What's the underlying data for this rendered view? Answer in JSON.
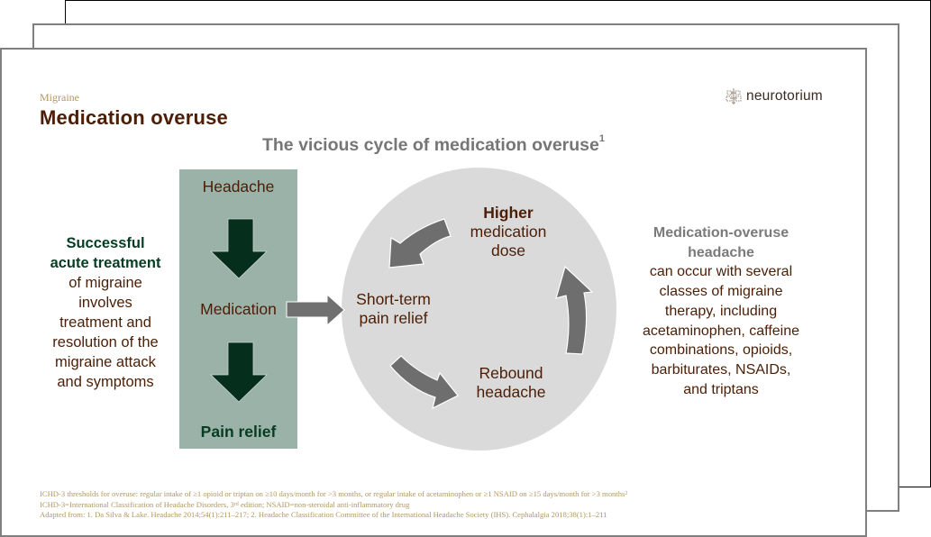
{
  "slide": {
    "section": "Migraine",
    "title": "Medication overuse",
    "logo": {
      "icon": "brain-icon",
      "text": "neurotorium"
    },
    "subtitle": "The vicious cycle of medication overuse",
    "subtitle_ref": "1"
  },
  "left_text": {
    "strong": [
      "Successful",
      "acute treatment"
    ],
    "body": [
      "of migraine",
      "involves",
      "treatment and",
      "resolution of the",
      "migraine attack",
      "and symptoms"
    ]
  },
  "panel": {
    "steps": [
      "Headache",
      "Medication",
      "Pain relief"
    ],
    "arrows": [
      "arrow-down-icon",
      "arrow-down-icon"
    ]
  },
  "cycle": {
    "nodes": {
      "higher_bold": "Higher",
      "higher_rest": [
        "medication",
        "dose"
      ],
      "short_term": [
        "Short-term",
        "pain relief"
      ],
      "rebound": [
        "Rebound",
        "headache"
      ]
    },
    "arrows": [
      "curved-arrow-down-left-icon",
      "curved-arrow-down-right-icon",
      "curved-arrow-up-icon"
    ],
    "entry_arrow": "arrow-right-icon"
  },
  "right_text": {
    "strong": [
      "Medication-overuse",
      "headache"
    ],
    "body": [
      "can occur with several",
      "classes of migraine",
      "therapy, including",
      "acetaminophen, caffeine",
      "combinations, opioids,",
      "barbiturates, NSAIDs,",
      "and triptans"
    ]
  },
  "footer": {
    "line1": "ICHD-3 thresholds for overuse: regular  intake of ≥1 opioid or triptan on ≥10 days/month for >3 months, or regular  intake of acetaminophen or ≥1 NSAID on ≥15 days/month for >3 months",
    "line1_ref": "2",
    "line2_a": "ICHD-3=International Classification of Headache  Disorders, 3",
    "line2_sup": "rd",
    "line2_b": " edition; NSAID=non-steroidal anti-inflammatory drug",
    "line3": "Adapted from: 1. Da Silva & Lake. Headache  2014;54(1):211–217; 2. Headache Classification Committee of the International Headache  Society (IHS). Cephalalgia  2018;38(1):1–211"
  },
  "colors": {
    "title": "#4b1e05",
    "section": "#b1975f",
    "panel": "#9bb2a8",
    "panel_arrow": "#062e1c",
    "circle": "#dadada",
    "arrow_gray": "#6e6e6e",
    "accent_green": "#063d22"
  }
}
